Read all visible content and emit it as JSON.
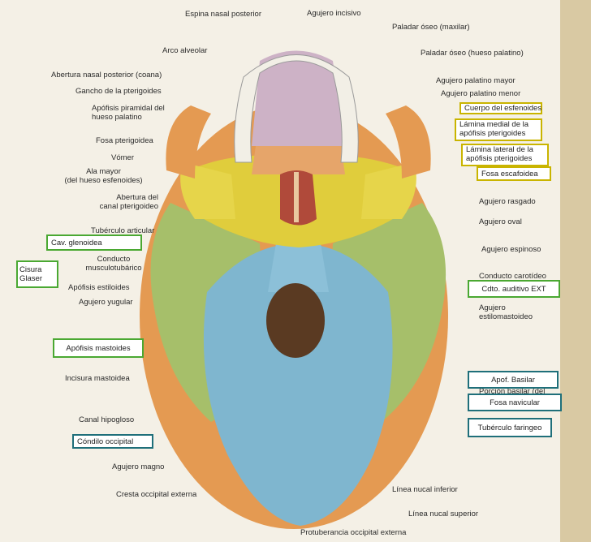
{
  "labels": {
    "espina_nasal_posterior": "Espina nasal posterior",
    "agujero_incisivo": "Agujero incisivo",
    "paladar_maxilar": "Paladar óseo (maxilar)",
    "paladar_palatino": "Paladar óseo (hueso palatino)",
    "arco_alveolar": "Arco alveolar",
    "abertura_nasal": "Abertura nasal posterior (coana)",
    "gancho_pterigoides": "Gancho de la pterigoides",
    "apofisis_piramidal_1": "Apófisis piramidal del",
    "apofisis_piramidal_2": "hueso palatino",
    "agujero_palatino_mayor": "Agujero palatino mayor",
    "agujero_palatino_menor": "Agujero palatino menor",
    "fosa_pterigoidea": "Fosa pterigoidea",
    "vomer": "Vómer",
    "ala_mayor_1": "Ala mayor",
    "ala_mayor_2": "(del hueso esfenoides)",
    "abertura_canal_1": "Abertura del",
    "abertura_canal_2": "canal pterigoideo",
    "agujero_rasgado": "Agujero rasgado",
    "agujero_oval": "Agujero oval",
    "tuberculo_articular": "Tubérculo articular",
    "agujero_espinoso": "Agujero espinoso",
    "conducto_musculo_1": "Conducto",
    "conducto_musculo_2": "musculotubárico",
    "conducto_carotideo": "Conducto carotídeo",
    "apofisis_estiloides": "Apófisis estiloides",
    "agujero_yugular": "Agujero yugular",
    "agujero_estilo_1": "Agujero",
    "agujero_estilo_2": "estilomastoideo",
    "incisura_mastoidea": "Incisura mastoidea",
    "porcion_basilar": "Porción basilar (del",
    "canal_hipogloso": "Canal hipogloso",
    "agujero_magno": "Agujero magno",
    "cresta_occipital": "Cresta occipital externa",
    "linea_nucal_inferior": "Línea nucal inferior",
    "linea_nucal_superior": "Línea nucal superior",
    "protuberancia": "Protuberancia occipital externa"
  },
  "boxes": {
    "cuerpo_esfenoides": "Cuerpo del esfenoides",
    "lamina_medial_1": "Lámina medial de la",
    "lamina_medial_2": "apófisis pterigoides",
    "lamina_lateral_1": "Lámina lateral de la",
    "lamina_lateral_2": "apófisis pterigoides",
    "fosa_escafoidea": "Fosa escafoidea",
    "cav_glenoidea": "Cav. glenoidea",
    "cisura_glaser_1": "Cisura",
    "cisura_glaser_2": "Glaser",
    "cdto_auditivo": "Cdto. auditivo EXT",
    "apofisis_mastoides": "Apófisis mastoides",
    "apof_basilar": "Apof. Basilar",
    "fosa_navicular": "Fosa navicular",
    "tuberculo_faringeo": "Tubérculo faringeo",
    "condilo_occipital": "Cóndilo occipital"
  },
  "colors": {
    "occipital": "#7fb6cf",
    "temporal": "#a8c06a",
    "sphenoid": "#e2cf3e",
    "palatine": "#e6a56a",
    "maxilla": "#cdb2c6",
    "parietal": "#e9a055",
    "box_yellow": "#c9b400",
    "box_green": "#4aa832",
    "box_teal": "#1f6f7a"
  }
}
